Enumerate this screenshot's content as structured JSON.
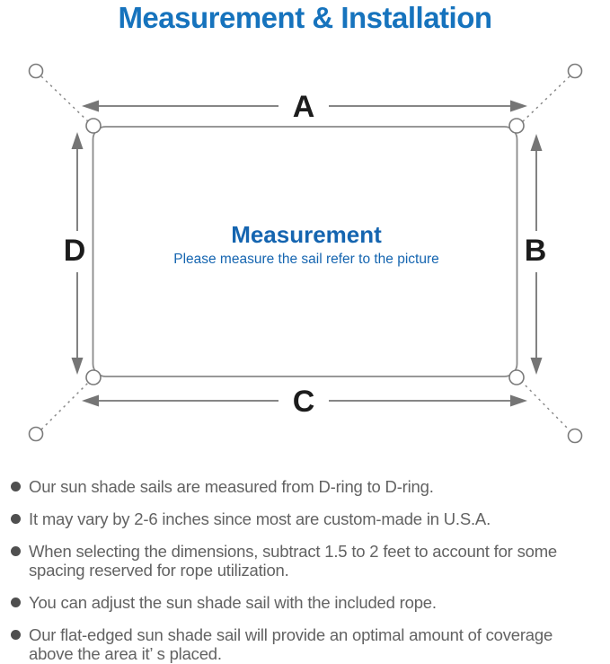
{
  "title": "Measurement & Installation",
  "colors": {
    "title_blue": "#1673bd",
    "center_blue": "#1565b0",
    "diagram_line_gray": "#7d7d7d",
    "dimension_label_black": "#1c1c1c",
    "note_text_gray": "#626262",
    "note_dot_gray": "#4f4f4f"
  },
  "diagram": {
    "labels": {
      "top": "A",
      "right": "B",
      "bottom": "C",
      "left": "D"
    },
    "center_title": "Measurement",
    "center_subtitle": "Please measure the sail refer to the picture"
  },
  "notes": [
    "Our sun shade sails are measured from D-ring to D-ring.",
    "It may vary by 2-6 inches since most are custom-made in U.S.A.",
    "When selecting the dimensions, subtract 1.5 to 2 feet to account for some spacing reserved for rope utilization.",
    "You can adjust the sun shade sail with the included rope.",
    "Our flat-edged sun shade sail will provide an optimal amount of coverage above the area it’ s placed."
  ]
}
